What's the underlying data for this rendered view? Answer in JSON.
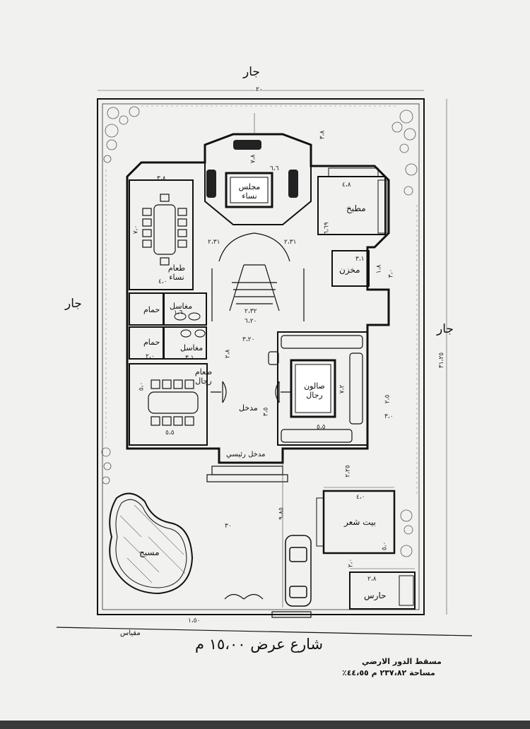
{
  "neighbors": {
    "top": "جار",
    "left": "جار",
    "right": "جار"
  },
  "street": "شارع عرض ١٥،٠٠ م",
  "caption": {
    "title": "مسقط الدور الارضي",
    "area": "مساحة ٢٣٧،٨٢ م ٤٤،٥٥٪"
  },
  "scale_note": "مقياس",
  "rooms": {
    "women_majlis": "مجلس نساء",
    "kitchen": "مطبخ",
    "women_dining": "طعام نساء",
    "storage": "مخزن",
    "bath1": "حمام",
    "sinks1": "مغاسل",
    "bath2": "حمام",
    "sinks2": "مغاسل",
    "men_dining": "طعام رجال",
    "entrance": "مدخل",
    "men_salon": "صالون رجال",
    "main_entrance": "مدخل رئيسي",
    "poetry_house": "بيت شعر",
    "pool": "مسبح",
    "guard": "حارس"
  },
  "dims": {
    "top_width": "٢٠",
    "majlis_w": "٦،٦",
    "majlis_h": "٧،٨",
    "dining_w": "٣،٨",
    "dining_h": "٧،٠",
    "dining_b": "٤،٠",
    "kitchen_w": "٤،٨",
    "kitchen_h": "٦،٦٩",
    "stair_a": "٢،٣١",
    "stair_b": "٢،٣١",
    "stair_w": "٢،٣٢",
    "stair_w2": "٦،٢٠",
    "store_w": "٣،١",
    "store_h": "١،٨",
    "bath_w": "١،٦",
    "sink_w": "٣،١",
    "corr": "٣،٢٠",
    "corr_h": "٢،٨",
    "entr": "٣،٥",
    "men_d_w": "٥،٥",
    "men_d_h": "٥،٠",
    "salon_w": "٥،٥",
    "salon_h": "٧،٢",
    "right_side": "٣،٠",
    "side_25": "٢،٥",
    "right_total": "٣١،٢٥",
    "front_gap": "٢،٢٥",
    "yard": "٩،٨٥",
    "tent_w": "٤،٠",
    "tent_h": "٥،٠",
    "guard_w": "٢،٨",
    "guard_h": "٢،٠",
    "set_back": "١،٥٠",
    "door_gap": "٣،٠",
    "top_set": "٣،٨",
    "misc1": "٣٠",
    "misc2": "٢،٠"
  }
}
